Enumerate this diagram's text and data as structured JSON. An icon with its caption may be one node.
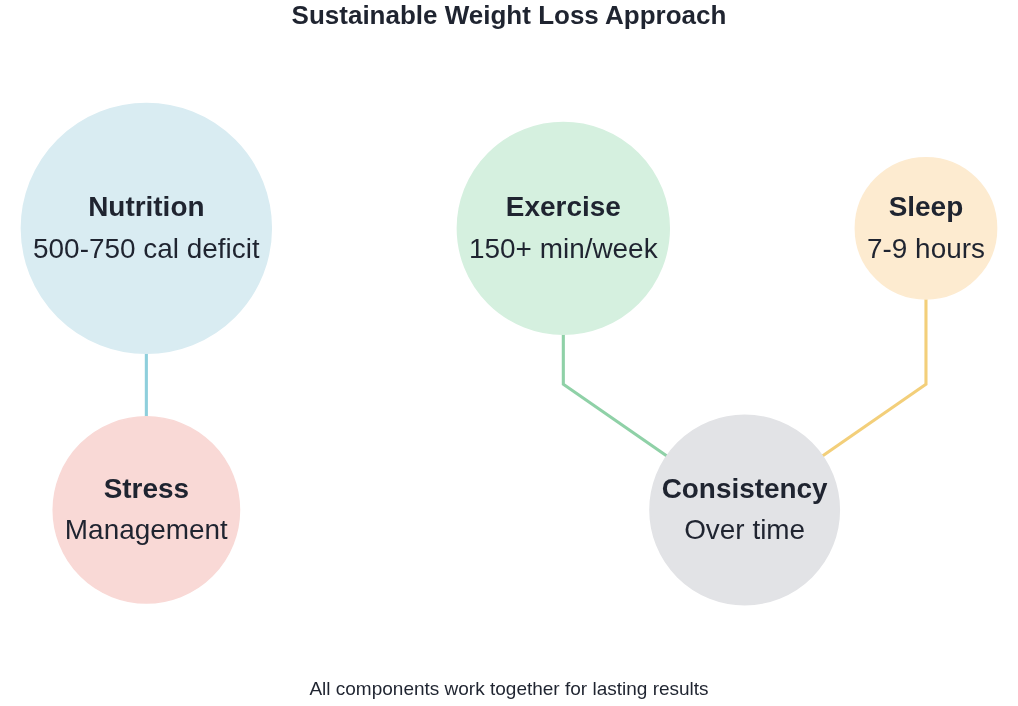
{
  "diagram": {
    "title": "Sustainable Weight Loss Approach",
    "caption": "All components work together for lasting results",
    "nodes": [
      {
        "text": [
          "Nutrition",
          "500-750 cal deficit"
        ]
      },
      {
        "text": [
          "Exercise",
          "150+ min/week"
        ]
      },
      {
        "text": [
          "Sleep",
          "7-9 hours"
        ]
      },
      {
        "text": [
          "Stress",
          "Management"
        ]
      },
      {
        "text": [
          "Consistency",
          "Over time"
        ]
      }
    ],
    "edges": [
      {
        "from": 0,
        "to": 3,
        "arrow": "none",
        "color": "#8ecfdc"
      },
      {
        "from": 1,
        "to": 4,
        "arrow": "none",
        "color": "#8fd1a7"
      },
      {
        "from": 2,
        "to": 4,
        "arrow": "none",
        "color": "#f3cf7a"
      }
    ]
  }
}
